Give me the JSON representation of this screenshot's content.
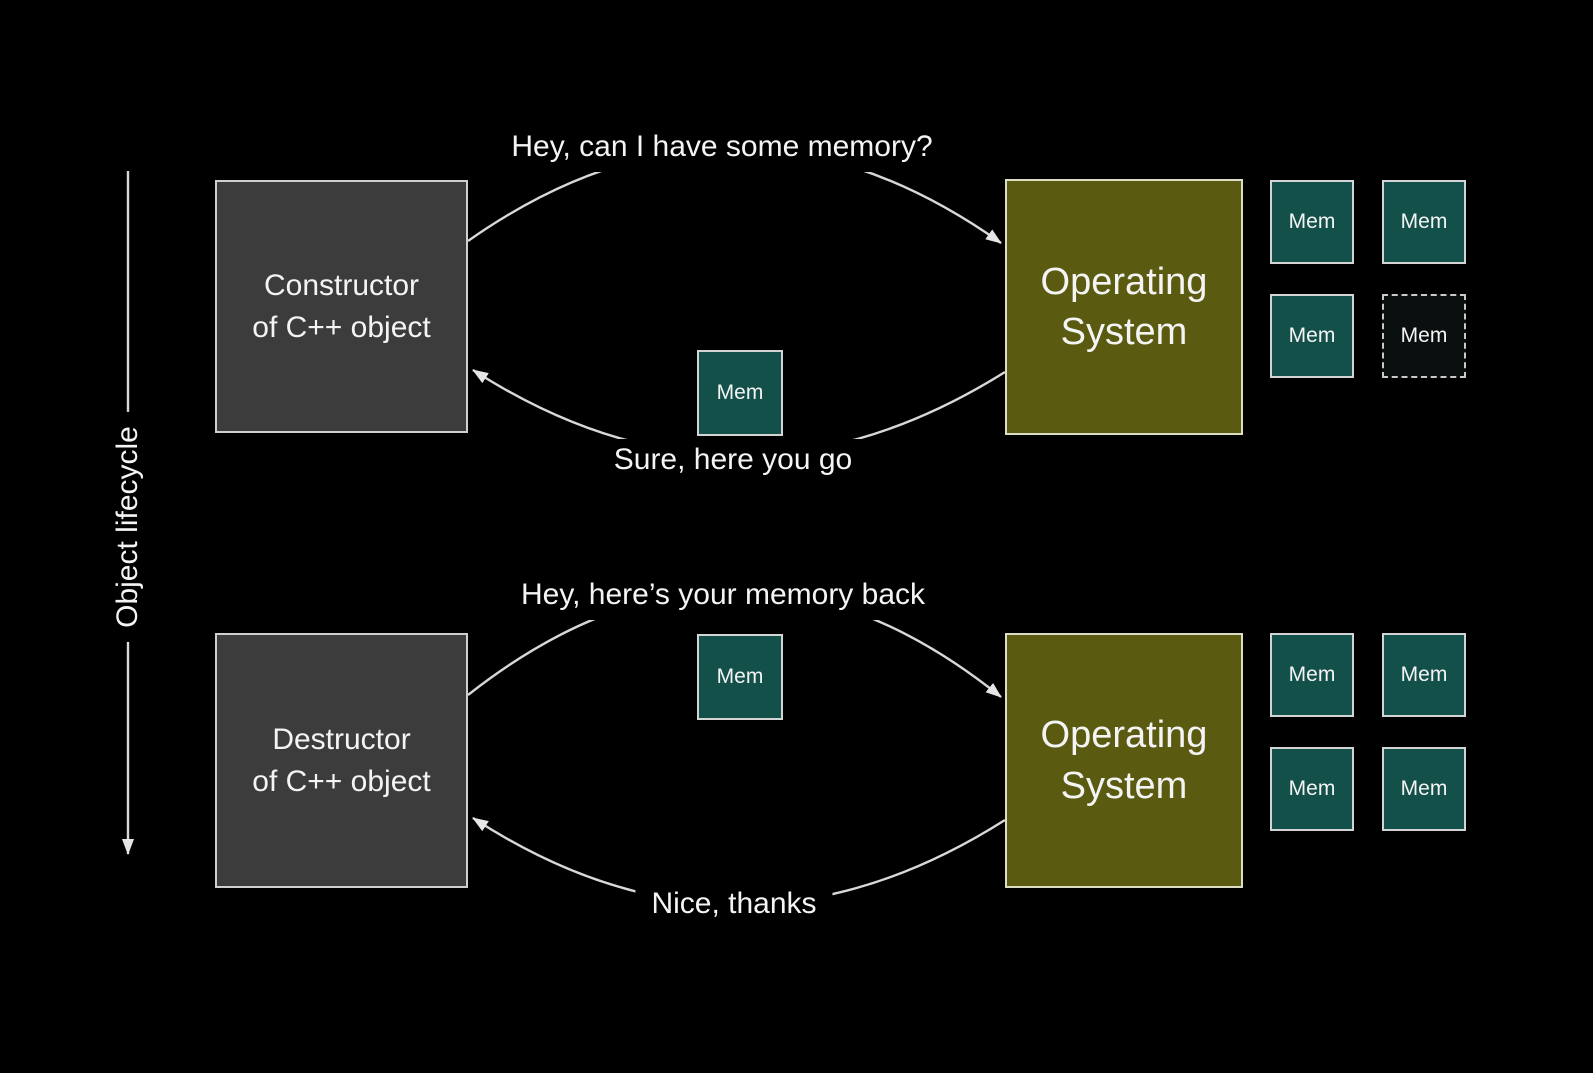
{
  "lifecycle": {
    "label": "Object lifecycle"
  },
  "top": {
    "actor": {
      "line1": "Constructor",
      "line2": "of C++ object"
    },
    "os": {
      "line1": "Operating",
      "line2": "System"
    },
    "request_label": "Hey, can I have some memory?",
    "response_label": "Sure, here you go",
    "transfer_mem": "Mem",
    "mem_grid": [
      {
        "label": "Mem",
        "state": "solid"
      },
      {
        "label": "Mem",
        "state": "solid"
      },
      {
        "label": "Mem",
        "state": "solid"
      },
      {
        "label": "Mem",
        "state": "released-dashed"
      }
    ]
  },
  "bottom": {
    "actor": {
      "line1": "Destructor",
      "line2": "of C++ object"
    },
    "os": {
      "line1": "Operating",
      "line2": "System"
    },
    "request_label": "Hey, here’s your memory back",
    "response_label": "Nice, thanks",
    "transfer_mem": "Mem",
    "mem_grid": [
      {
        "label": "Mem",
        "state": "solid"
      },
      {
        "label": "Mem",
        "state": "solid"
      },
      {
        "label": "Mem",
        "state": "solid"
      },
      {
        "label": "Mem",
        "state": "solid"
      }
    ]
  },
  "colors": {
    "background": "#000000",
    "actor_box": "#3c3c3c",
    "os_box": "#5b5a11",
    "mem_box": "#14504a",
    "mem_released_bg": "#0a100f",
    "box_border": "#cfcfcf",
    "arrow": "#d8d8d8",
    "text": "#f4f4f4"
  }
}
